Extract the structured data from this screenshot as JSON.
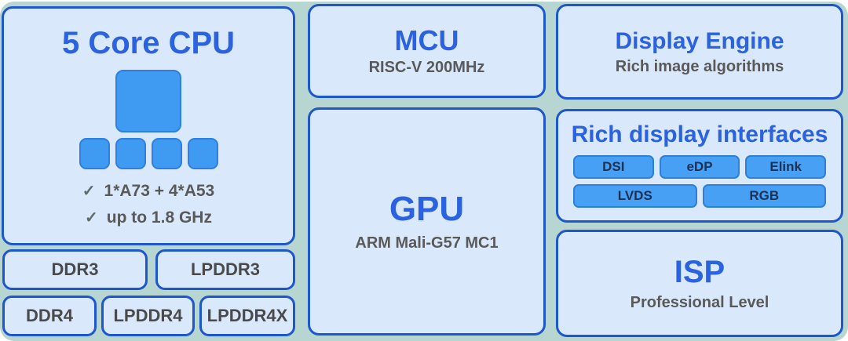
{
  "colors": {
    "background_panel": "#b7d5d1",
    "card_fill": "#d9e8fb",
    "card_border": "#1e56cc",
    "title_blue": "#2a62e0",
    "subtitle_gray": "#595959",
    "chip_fill": "#47a0f4",
    "chip_border": "#2e7fd6",
    "chip_text": "#1d3154"
  },
  "cpu": {
    "title": "5 Core CPU",
    "check_icon": "✓",
    "features": [
      "1*A73 + 4*A53",
      "up to  1.8 GHz"
    ]
  },
  "memory": {
    "items": [
      "DDR3",
      "LPDDR3",
      "DDR4",
      "LPDDR4",
      "LPDDR4X"
    ]
  },
  "mcu": {
    "title": "MCU",
    "subtitle": "RISC-V 200MHz"
  },
  "gpu": {
    "title": "GPU",
    "subtitle": "ARM Mali-G57 MC1"
  },
  "display_engine": {
    "title": "Display Engine",
    "subtitle": "Rich image algorithms"
  },
  "display_interfaces": {
    "title": "Rich display interfaces",
    "row1": [
      "DSI",
      "eDP",
      "Elink"
    ],
    "row2": [
      "LVDS",
      "RGB"
    ]
  },
  "isp": {
    "title": "ISP",
    "subtitle": "Professional Level"
  }
}
